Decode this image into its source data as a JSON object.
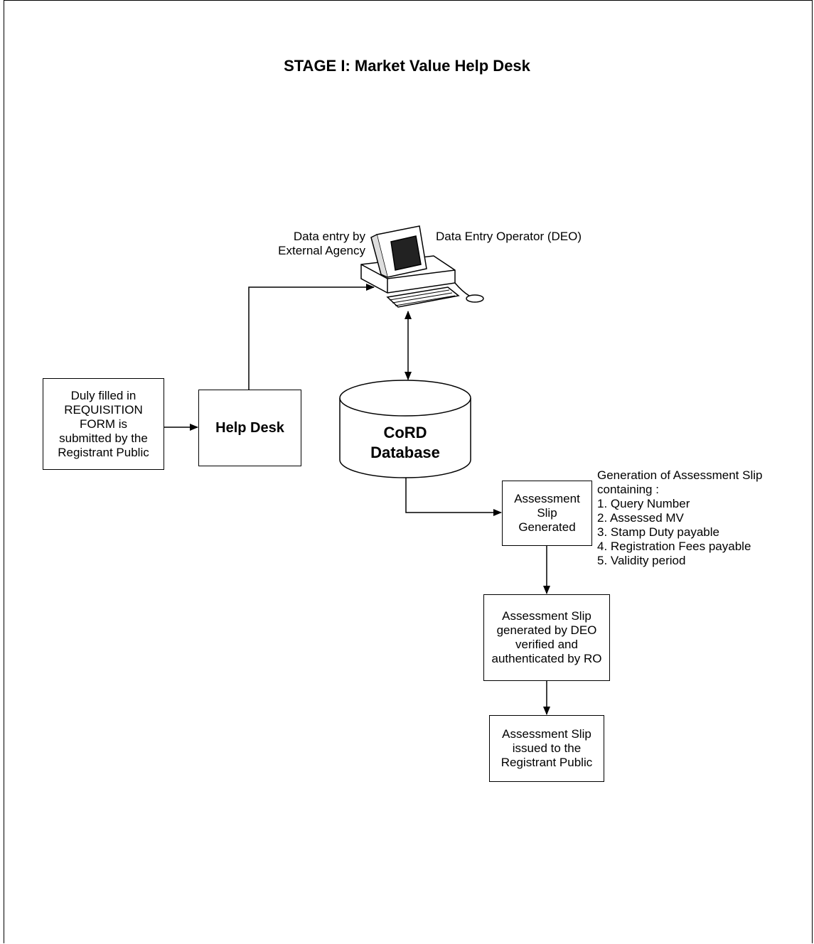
{
  "title": "STAGE I: Market Value Help Desk",
  "labels": {
    "data_entry_external": [
      "Data entry by",
      "External Agency"
    ],
    "deo": "Data Entry Operator (DEO)"
  },
  "nodes": {
    "requisition": [
      "Duly filled in",
      "REQUISITION",
      "FORM is",
      "submitted by the",
      "Registrant Public"
    ],
    "help_desk": "Help Desk",
    "database": [
      "CoRD",
      "Database"
    ],
    "slip_generated": [
      "Assessment",
      "Slip",
      "Generated"
    ],
    "slip_verified": [
      "Assessment Slip",
      "generated by DEO",
      "verified and",
      "authenticated by RO"
    ],
    "slip_issued": [
      "Assessment Slip",
      "issued to the",
      "Registrant Public"
    ]
  },
  "slip_contents": {
    "heading": [
      "Generation of Assessment Slip",
      "containing :"
    ],
    "items": [
      "1. Query Number",
      "2. Assessed MV",
      "3. Stamp Duty payable",
      "4. Registration Fees payable",
      "5. Validity period"
    ]
  }
}
